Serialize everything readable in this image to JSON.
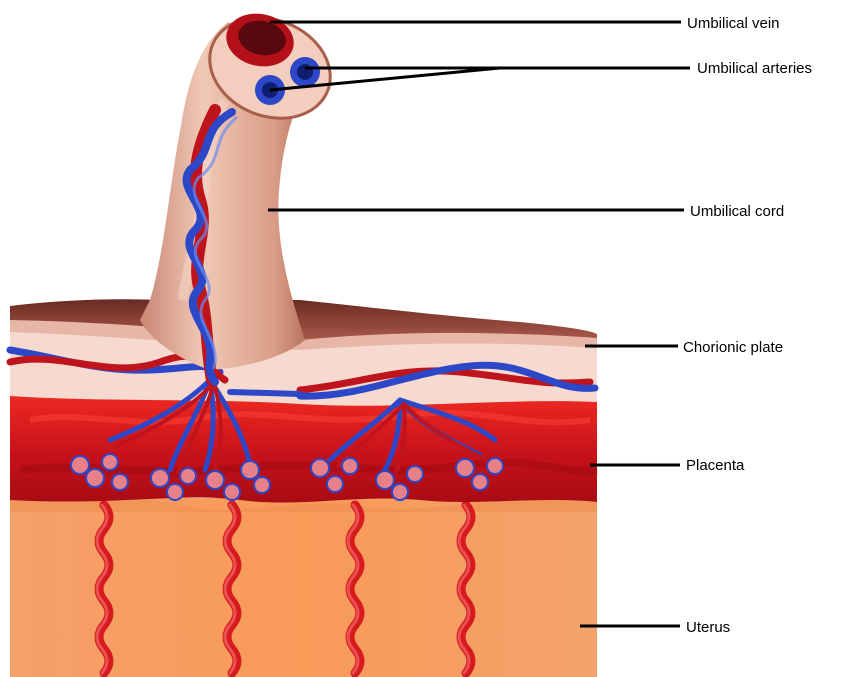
{
  "labels": {
    "umbilical_vein": "Umbilical vein",
    "umbilical_arteries": "Umbilical arteries",
    "umbilical_cord": "Umbilical cord",
    "chorionic_plate": "Chorionic plate",
    "placenta": "Placenta",
    "uterus": "Uterus"
  },
  "colors": {
    "uterus": "#f79a5a",
    "placenta": "#d8141a",
    "chorionic_plate": "#f6d9cf",
    "cord": "#d8a08c",
    "vein": "#c0141c",
    "artery": "#2c48c8",
    "background": "#ffffff"
  }
}
